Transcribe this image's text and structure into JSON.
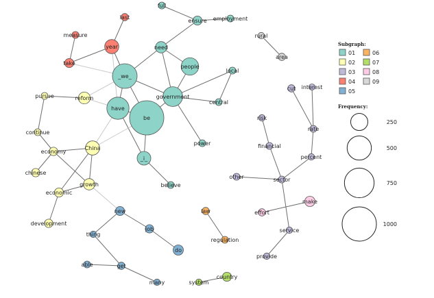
{
  "colors": {
    "01": "#8dd3c7",
    "02": "#ffffb3",
    "03": "#bebada",
    "04": "#fb8072",
    "05": "#80b1d3",
    "06": "#fdb462",
    "07": "#b3de69",
    "08": "#fccde5",
    "09": "#d9d9d9"
  },
  "legend": {
    "subgraph_title": "Subgraph:",
    "subgraph_items": [
      "01",
      "02",
      "03",
      "04",
      "05",
      "06",
      "07",
      "08",
      "09"
    ],
    "frequency_title": "Frequency:",
    "frequency_items": [
      250,
      500,
      750,
      1000
    ]
  },
  "chart_data": {
    "type": "network",
    "nodes": [
      {
        "id": "be",
        "label": "be",
        "group": "01",
        "freq": 1000
      },
      {
        "id": "_we_",
        "label": "_we_",
        "group": "01",
        "freq": 520
      },
      {
        "id": "have",
        "label": "have",
        "group": "01",
        "freq": 420
      },
      {
        "id": "government",
        "label": "government",
        "group": "01",
        "freq": 330
      },
      {
        "id": "people",
        "label": "people",
        "group": "01",
        "freq": 260
      },
      {
        "id": "_i_",
        "label": "_i_",
        "group": "01",
        "freq": 160
      },
      {
        "id": "need",
        "label": "need",
        "group": "01",
        "freq": 110
      },
      {
        "id": "ensure",
        "label": "ensure",
        "group": "01",
        "freq": 70
      },
      {
        "id": "employment",
        "label": "employment",
        "group": "01",
        "freq": 40
      },
      {
        "id": "full",
        "label": "full",
        "group": "01",
        "freq": 40
      },
      {
        "id": "local",
        "label": "local",
        "group": "01",
        "freq": 40
      },
      {
        "id": "central",
        "label": "central",
        "group": "01",
        "freq": 40
      },
      {
        "id": "power",
        "label": "power",
        "group": "01",
        "freq": 40
      },
      {
        "id": "believe",
        "label": "believe",
        "group": "01",
        "freq": 40
      },
      {
        "id": "reform",
        "label": "reform",
        "group": "02",
        "freq": 120
      },
      {
        "id": "pursue",
        "label": "pursue",
        "group": "02",
        "freq": 40
      },
      {
        "id": "continue",
        "label": "continue",
        "group": "02",
        "freq": 40
      },
      {
        "id": "economy",
        "label": "economy",
        "group": "02",
        "freq": 60
      },
      {
        "id": "China",
        "label": "China",
        "group": "02",
        "freq": 170
      },
      {
        "id": "chinese",
        "label": "chinese",
        "group": "02",
        "freq": 60
      },
      {
        "id": "growth",
        "label": "growth",
        "group": "02",
        "freq": 110
      },
      {
        "id": "economic",
        "label": "economic",
        "group": "02",
        "freq": 70
      },
      {
        "id": "development",
        "label": "development",
        "group": "02",
        "freq": 60
      },
      {
        "id": "rural",
        "label": "rural",
        "group": "09",
        "freq": 35
      },
      {
        "id": "area",
        "label": "area",
        "group": "09",
        "freq": 45
      },
      {
        "id": "cut",
        "label": "cut",
        "group": "03",
        "freq": 45
      },
      {
        "id": "interest",
        "label": "interest",
        "group": "03",
        "freq": 25
      },
      {
        "id": "rate",
        "label": "rate",
        "group": "03",
        "freq": 40
      },
      {
        "id": "risk",
        "label": "risk",
        "group": "03",
        "freq": 35
      },
      {
        "id": "financial",
        "label": "financial",
        "group": "03",
        "freq": 40
      },
      {
        "id": "percent",
        "label": "percent",
        "group": "03",
        "freq": 35
      },
      {
        "id": "other",
        "label": "other",
        "group": "03",
        "freq": 40
      },
      {
        "id": "sector",
        "label": "sector",
        "group": "03",
        "freq": 40
      },
      {
        "id": "service",
        "label": "service",
        "group": "03",
        "freq": 35
      },
      {
        "id": "provide",
        "label": "provide",
        "group": "03",
        "freq": 35
      },
      {
        "id": "effort",
        "label": "effort",
        "group": "08",
        "freq": 45
      },
      {
        "id": "make",
        "label": "make",
        "group": "08",
        "freq": 90
      },
      {
        "id": "measure",
        "label": "measure",
        "group": "04",
        "freq": 40
      },
      {
        "id": "last",
        "label": "last",
        "group": "04",
        "freq": 45
      },
      {
        "id": "year",
        "label": "year",
        "group": "04",
        "freq": 170
      },
      {
        "id": "take",
        "label": "take",
        "group": "04",
        "freq": 70
      },
      {
        "id": "new",
        "label": "new",
        "group": "05",
        "freq": 70
      },
      {
        "id": "job",
        "label": "job",
        "group": "05",
        "freq": 60
      },
      {
        "id": "do",
        "label": "do",
        "group": "05",
        "freq": 90
      },
      {
        "id": "thing",
        "label": "thing",
        "group": "05",
        "freq": 35
      },
      {
        "id": "able",
        "label": "able",
        "group": "05",
        "freq": 40
      },
      {
        "id": "get",
        "label": "get",
        "group": "05",
        "freq": 45
      },
      {
        "id": "many",
        "label": "many",
        "group": "05",
        "freq": 35
      },
      {
        "id": "law",
        "label": "law",
        "group": "06",
        "freq": 45
      },
      {
        "id": "regulation",
        "label": "regulation",
        "group": "06",
        "freq": 40
      },
      {
        "id": "system",
        "label": "system",
        "group": "07",
        "freq": 35
      },
      {
        "id": "country",
        "label": "country",
        "group": "07",
        "freq": 70
      }
    ],
    "edges": [
      {
        "source": "full",
        "target": "ensure"
      },
      {
        "source": "ensure",
        "target": "employment"
      },
      {
        "source": "ensure",
        "target": "need"
      },
      {
        "source": "need",
        "target": "people"
      },
      {
        "source": "need",
        "target": "_we_"
      },
      {
        "source": "need",
        "target": "government"
      },
      {
        "source": "people",
        "target": "government"
      },
      {
        "source": "_we_",
        "target": "government"
      },
      {
        "source": "_we_",
        "target": "have"
      },
      {
        "source": "_we_",
        "target": "be"
      },
      {
        "source": "have",
        "target": "be"
      },
      {
        "source": "government",
        "target": "be"
      },
      {
        "source": "government",
        "target": "local"
      },
      {
        "source": "government",
        "target": "central"
      },
      {
        "source": "local",
        "target": "central"
      },
      {
        "source": "government",
        "target": "power"
      },
      {
        "source": "be",
        "target": "_i_"
      },
      {
        "source": "have",
        "target": "_i_"
      },
      {
        "source": "_i_",
        "target": "believe"
      },
      {
        "source": "measure",
        "target": "take"
      },
      {
        "source": "take",
        "target": "year"
      },
      {
        "source": "last",
        "target": "year"
      },
      {
        "source": "year",
        "target": "_we_"
      },
      {
        "source": "year",
        "target": "have",
        "style": "light"
      },
      {
        "source": "take",
        "target": "_we_",
        "style": "light"
      },
      {
        "source": "reform",
        "target": "_we_",
        "style": "light"
      },
      {
        "source": "reform",
        "target": "have",
        "style": "light"
      },
      {
        "source": "pursue",
        "target": "reform"
      },
      {
        "source": "pursue",
        "target": "continue"
      },
      {
        "source": "continue",
        "target": "economy"
      },
      {
        "source": "economy",
        "target": "China"
      },
      {
        "source": "economy",
        "target": "chinese"
      },
      {
        "source": "economy",
        "target": "growth"
      },
      {
        "source": "China",
        "target": "growth"
      },
      {
        "source": "China",
        "target": "economic"
      },
      {
        "source": "China",
        "target": "have",
        "style": "light"
      },
      {
        "source": "China",
        "target": "be",
        "style": "light"
      },
      {
        "source": "growth",
        "target": "economic"
      },
      {
        "source": "economic",
        "target": "development"
      },
      {
        "source": "growth",
        "target": "new",
        "style": "light"
      },
      {
        "source": "rural",
        "target": "area"
      },
      {
        "source": "cut",
        "target": "rate"
      },
      {
        "source": "interest",
        "target": "rate"
      },
      {
        "source": "rate",
        "target": "percent"
      },
      {
        "source": "percent",
        "target": "sector"
      },
      {
        "source": "risk",
        "target": "financial"
      },
      {
        "source": "financial",
        "target": "sector"
      },
      {
        "source": "other",
        "target": "sector"
      },
      {
        "source": "sector",
        "target": "service"
      },
      {
        "source": "service",
        "target": "provide"
      },
      {
        "source": "effort",
        "target": "make"
      },
      {
        "source": "new",
        "target": "thing"
      },
      {
        "source": "new",
        "target": "job"
      },
      {
        "source": "job",
        "target": "do"
      },
      {
        "source": "thing",
        "target": "get"
      },
      {
        "source": "able",
        "target": "get"
      },
      {
        "source": "get",
        "target": "many"
      },
      {
        "source": "law",
        "target": "regulation"
      },
      {
        "source": "system",
        "target": "country"
      }
    ]
  }
}
